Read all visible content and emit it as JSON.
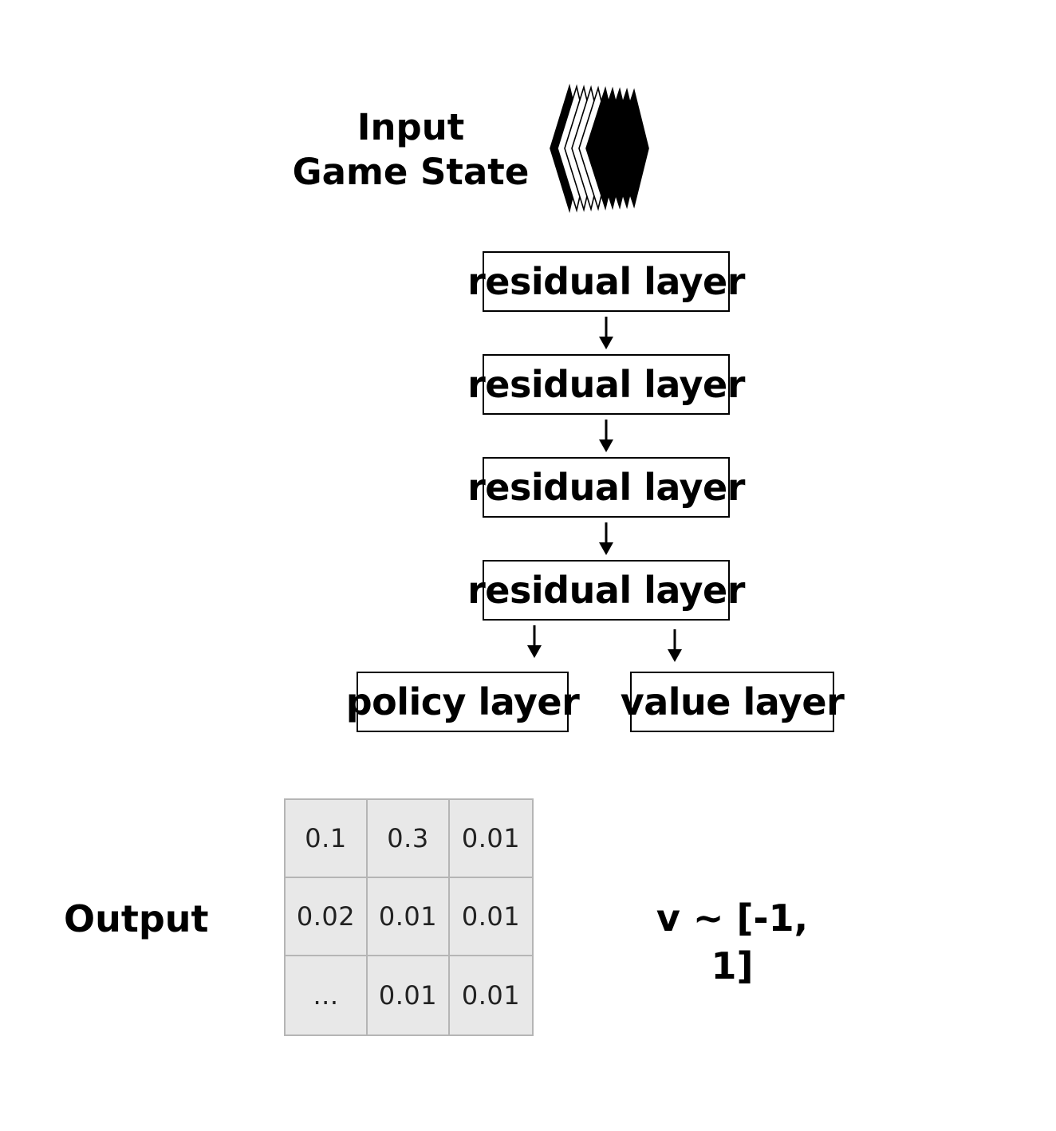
{
  "input": {
    "line1": "Input",
    "line2": "Game State",
    "icon": "stacked-planes-icon"
  },
  "network": {
    "residual_layers": [
      {
        "label": "residual layer"
      },
      {
        "label": "residual layer"
      },
      {
        "label": "residual layer"
      },
      {
        "label": "residual layer"
      }
    ],
    "policy_head": {
      "label": "policy layer"
    },
    "value_head": {
      "label": "value layer"
    }
  },
  "output": {
    "label": "Output",
    "policy_grid": [
      [
        "0.1",
        "0.3",
        "0.01"
      ],
      [
        "0.02",
        "0.01",
        "0.01"
      ],
      [
        "...",
        "0.01",
        "0.01"
      ]
    ],
    "value_range": "v ~ [-1, 1]"
  },
  "colors": {
    "grid_fill": "#e8e8e8",
    "grid_border": "#b5b5b5",
    "line": "#000000"
  }
}
